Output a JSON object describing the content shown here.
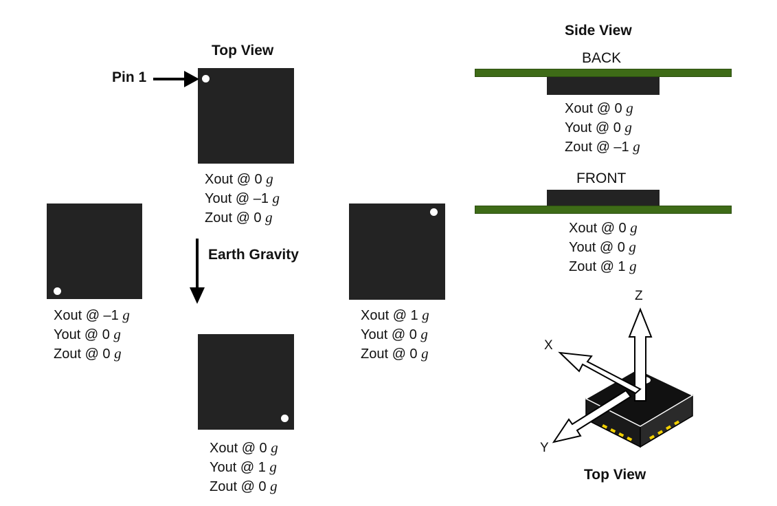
{
  "top_view": {
    "title": "Top View",
    "pin_label": "Pin 1",
    "gravity_label": "Earth Gravity",
    "orientations": {
      "top": {
        "x": "Xout @   0 ",
        "y": "Yout @ –1 ",
        "z": "Zout @   0 "
      },
      "left": {
        "x": "Xout @ –1 ",
        "y": "Yout @   0 ",
        "z": "Zout @   0 "
      },
      "right": {
        "x": "Xout @ 1 ",
        "y": "Yout @ 0 ",
        "z": "Zout @ 0 "
      },
      "bottom": {
        "x": "Xout @ 0 ",
        "y": "Yout @ 1 ",
        "z": "Zout @ 0 "
      }
    },
    "unit": "g"
  },
  "side_view": {
    "title": "Side View",
    "back": {
      "label": "BACK",
      "x": "Xout @   0 ",
      "y": "Yout @   0 ",
      "z": "Zout @ –1 "
    },
    "front": {
      "label": "FRONT",
      "x": "Xout @ 0 ",
      "y": "Yout @ 0 ",
      "z": "Zout @ 1 "
    },
    "unit": "g"
  },
  "axes_view": {
    "title": "Top View",
    "axis_x": "X",
    "axis_y": "Y",
    "axis_z": "Z"
  },
  "colors": {
    "chip": "#232323",
    "board": "#3e6b17",
    "pad": "#f2d000"
  }
}
